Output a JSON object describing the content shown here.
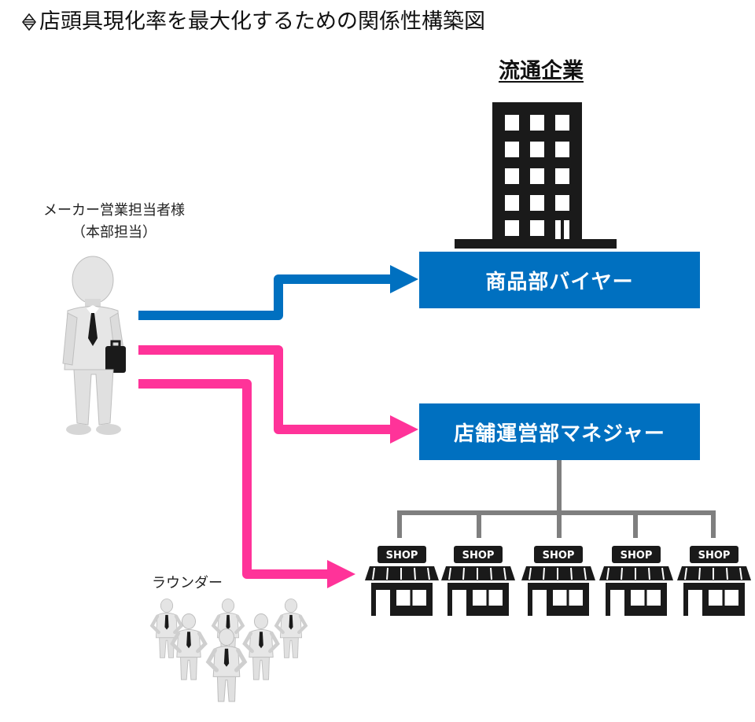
{
  "title": "店頭具現化率を最大化するための関係性構築図",
  "distributor": {
    "heading": "流通企業",
    "building_icon": "office-building-icon"
  },
  "roles": {
    "maker_sales": {
      "line1": "メーカー営業担当者様",
      "line2": "（本部担当）",
      "icon": "businessman-with-briefcase-icon"
    },
    "rounder": {
      "label": "ラウンダー",
      "icon": "group-of-people-icon"
    }
  },
  "boxes": {
    "buyer": "商品部バイヤー",
    "store_manager": "店舗運営部マネジャー"
  },
  "shops": {
    "label": "SHOP",
    "count": 5,
    "icon": "shop-storefront-icon"
  },
  "colors": {
    "box_blue": "#0070c0",
    "arrow_blue": "#0070c0",
    "arrow_pink": "#ff3399",
    "connector_gray": "#7f7f7f",
    "icon_black": "#1a1a1a"
  }
}
